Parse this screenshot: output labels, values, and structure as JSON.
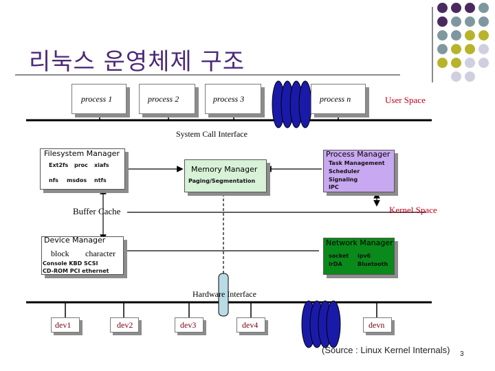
{
  "title": "리눅스 운영체제 구조",
  "processes": [
    "process 1",
    "process 2",
    "process 3",
    "process n"
  ],
  "user_space": "User Space",
  "system_call_interface": "System Call Interface",
  "filesystem_manager": {
    "title": "Filesystem Manager",
    "row1": [
      "Ext2fs",
      "proc",
      "xiafs"
    ],
    "row2": [
      "nfs",
      "msdos",
      "ntfs"
    ]
  },
  "memory_manager": {
    "title": "Memory Manager",
    "sub": "Paging/Segmentation"
  },
  "process_manager": {
    "title": "Process Manager",
    "items": [
      "Task Management",
      "Scheduler",
      "Signaling",
      "IPC"
    ]
  },
  "buffer_cache": "Buffer Cache",
  "kernel_space": "Kernel Space",
  "device_manager": {
    "title": "Device Manager",
    "row1": [
      "block",
      "character"
    ],
    "row2": "Console  KBD  SCSI",
    "row3": "CD-ROM  PCI  ethernet"
  },
  "network_manager": {
    "title": "Network Manager",
    "col1": [
      "socket",
      "IrDA"
    ],
    "col2": [
      "ipv6",
      "Bluetooth"
    ]
  },
  "hardware_interface": "Hardware Interface",
  "devices": [
    "dev1",
    "dev2",
    "dev3",
    "dev4",
    "devn"
  ],
  "source": "(Source : Linux Kernel Internals)",
  "page_number": "3",
  "colors": {
    "title": "#4b2a78",
    "red_label": "#c0001a",
    "filesystem_fill": "#ffffff",
    "memory_fill": "#d8f2d8",
    "process_mgr_fill": "#c8a8f0",
    "network_fill": "#0a8a1a",
    "ellipse_fill": "#1a1aa8",
    "device_bar_fill": "#b9dbe6",
    "dot_purple": "#4a2a5e",
    "dot_teal": "#7f98a0",
    "dot_olive": "#b7b42c",
    "dot_lilac": "#cfcfe0"
  }
}
